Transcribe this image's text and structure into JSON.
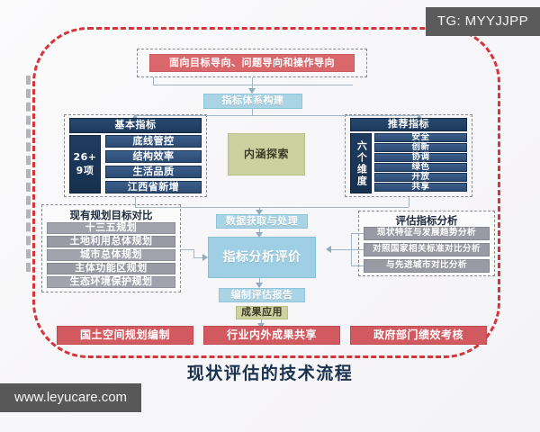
{
  "watermarks": {
    "telegram": "TG: MYYJJPP",
    "website": "www.leyucare.com"
  },
  "diagram": {
    "title": "现状评估的技术流程",
    "top_banner": "面向目标导向、问题导向和操作导向",
    "center_flow": {
      "framework": "指标体系构建",
      "connotation": "内涵探索",
      "data_process": "数据获取与处理",
      "analysis": "指标分析评价",
      "report": "编制评估报告",
      "application": "成果应用"
    },
    "basic_panel": {
      "header": "基本指标",
      "side_label": "26+\n9项",
      "side_label_line1": "26+",
      "side_label_line2": "9项",
      "items": [
        "底线管控",
        "结构效率",
        "生活品质",
        "江西省新增"
      ]
    },
    "recommend_panel": {
      "header": "推荐指标",
      "side_label": "六个维度",
      "items": [
        "安全",
        "创新",
        "协调",
        "绿色",
        "开放",
        "共享"
      ]
    },
    "existing_plans_panel": {
      "title": "现有规划目标对比",
      "items": [
        "十三五规划",
        "土地利用总体规划",
        "城市总体规划",
        "主体功能区规划",
        "生态环境保护规划"
      ]
    },
    "evaluation_panel": {
      "title": "评估指标分析",
      "items": [
        "现状特征与发展趋势分析",
        "对照国家相关标准对比分析",
        "与先进城市对比分析"
      ]
    },
    "outcomes": [
      "国土空间规划编制",
      "行业内外成果共享",
      "政府部门绩效考核"
    ]
  },
  "colors": {
    "red_frame": "#d6333a",
    "banner_red": "#d9676b",
    "flow_blue": "#a9d4e6",
    "olive": "#ccd1a0",
    "navy": "#1d3a5c",
    "navy_item": "#2c4a72",
    "gray": "#a3a3ad",
    "outcome_red": "#d2595f",
    "title_navy": "#18324f"
  }
}
